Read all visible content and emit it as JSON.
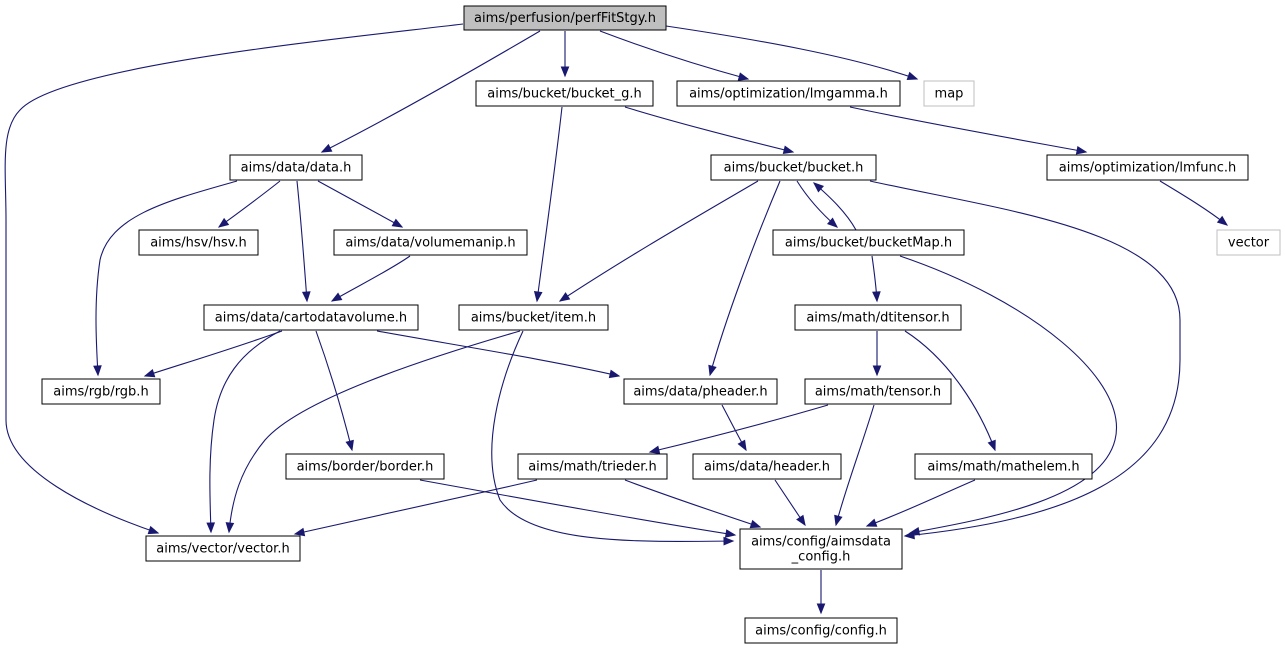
{
  "graph": {
    "colors": {
      "edge": "#191970",
      "root_fill": "#bfbfbf",
      "external_border": "#bfbfbf"
    },
    "nodes": [
      {
        "id": "perfFitStgy",
        "lines": [
          "aims/perfusion/perfFitStgy.h"
        ],
        "kind": "root"
      },
      {
        "id": "data",
        "lines": [
          "aims/data/data.h"
        ],
        "kind": "file"
      },
      {
        "id": "bucket_g",
        "lines": [
          "aims/bucket/bucket_g.h"
        ],
        "kind": "file"
      },
      {
        "id": "lmgamma",
        "lines": [
          "aims/optimization/lmgamma.h"
        ],
        "kind": "file"
      },
      {
        "id": "map",
        "lines": [
          "map"
        ],
        "kind": "external"
      },
      {
        "id": "bucket",
        "lines": [
          "aims/bucket/bucket.h"
        ],
        "kind": "file"
      },
      {
        "id": "lmfunc",
        "lines": [
          "aims/optimization/lmfunc.h"
        ],
        "kind": "file"
      },
      {
        "id": "hsv",
        "lines": [
          "aims/hsv/hsv.h"
        ],
        "kind": "file"
      },
      {
        "id": "volumemanip",
        "lines": [
          "aims/data/volumemanip.h"
        ],
        "kind": "file"
      },
      {
        "id": "bucketMap",
        "lines": [
          "aims/bucket/bucketMap.h"
        ],
        "kind": "file"
      },
      {
        "id": "vector_ext",
        "lines": [
          "vector"
        ],
        "kind": "external"
      },
      {
        "id": "cartodatavolume",
        "lines": [
          "aims/data/cartodatavolume.h"
        ],
        "kind": "file"
      },
      {
        "id": "item",
        "lines": [
          "aims/bucket/item.h"
        ],
        "kind": "file"
      },
      {
        "id": "dtitensor",
        "lines": [
          "aims/math/dtitensor.h"
        ],
        "kind": "file"
      },
      {
        "id": "rgb",
        "lines": [
          "aims/rgb/rgb.h"
        ],
        "kind": "file"
      },
      {
        "id": "pheader",
        "lines": [
          "aims/data/pheader.h"
        ],
        "kind": "file"
      },
      {
        "id": "tensor",
        "lines": [
          "aims/math/tensor.h"
        ],
        "kind": "file"
      },
      {
        "id": "border",
        "lines": [
          "aims/border/border.h"
        ],
        "kind": "file"
      },
      {
        "id": "trieder",
        "lines": [
          "aims/math/trieder.h"
        ],
        "kind": "file"
      },
      {
        "id": "header",
        "lines": [
          "aims/data/header.h"
        ],
        "kind": "file"
      },
      {
        "id": "mathelem",
        "lines": [
          "aims/math/mathelem.h"
        ],
        "kind": "file"
      },
      {
        "id": "vector_h",
        "lines": [
          "aims/vector/vector.h"
        ],
        "kind": "file"
      },
      {
        "id": "aimsdata_config",
        "lines": [
          "aims/config/aimsdata",
          "_config.h"
        ],
        "kind": "file"
      },
      {
        "id": "config",
        "lines": [
          "aims/config/config.h"
        ],
        "kind": "file"
      }
    ],
    "edges": [
      {
        "from": "perfFitStgy",
        "to": "vector_h"
      },
      {
        "from": "perfFitStgy",
        "to": "data"
      },
      {
        "from": "perfFitStgy",
        "to": "bucket_g"
      },
      {
        "from": "perfFitStgy",
        "to": "lmgamma"
      },
      {
        "from": "perfFitStgy",
        "to": "map"
      },
      {
        "from": "data",
        "to": "rgb"
      },
      {
        "from": "data",
        "to": "hsv"
      },
      {
        "from": "data",
        "to": "cartodatavolume"
      },
      {
        "from": "data",
        "to": "volumemanip"
      },
      {
        "from": "bucket_g",
        "to": "bucket"
      },
      {
        "from": "bucket_g",
        "to": "item"
      },
      {
        "from": "lmgamma",
        "to": "lmfunc"
      },
      {
        "from": "lmfunc",
        "to": "vector_ext"
      },
      {
        "from": "volumemanip",
        "to": "cartodatavolume"
      },
      {
        "from": "bucket",
        "to": "item"
      },
      {
        "from": "bucket",
        "to": "pheader"
      },
      {
        "from": "bucket",
        "to": "bucketMap"
      },
      {
        "from": "bucket",
        "to": "aimsdata_config"
      },
      {
        "from": "bucketMap",
        "to": "bucket"
      },
      {
        "from": "bucketMap",
        "to": "dtitensor"
      },
      {
        "from": "bucketMap",
        "to": "aimsdata_config"
      },
      {
        "from": "cartodatavolume",
        "to": "rgb"
      },
      {
        "from": "cartodatavolume",
        "to": "vector_h"
      },
      {
        "from": "cartodatavolume",
        "to": "border"
      },
      {
        "from": "cartodatavolume",
        "to": "pheader"
      },
      {
        "from": "item",
        "to": "vector_h"
      },
      {
        "from": "item",
        "to": "aimsdata_config"
      },
      {
        "from": "dtitensor",
        "to": "tensor"
      },
      {
        "from": "dtitensor",
        "to": "mathelem"
      },
      {
        "from": "pheader",
        "to": "header"
      },
      {
        "from": "tensor",
        "to": "trieder"
      },
      {
        "from": "tensor",
        "to": "aimsdata_config"
      },
      {
        "from": "border",
        "to": "aimsdata_config"
      },
      {
        "from": "trieder",
        "to": "vector_h"
      },
      {
        "from": "trieder",
        "to": "aimsdata_config"
      },
      {
        "from": "header",
        "to": "aimsdata_config"
      },
      {
        "from": "mathelem",
        "to": "aimsdata_config"
      },
      {
        "from": "aimsdata_config",
        "to": "config"
      }
    ]
  }
}
